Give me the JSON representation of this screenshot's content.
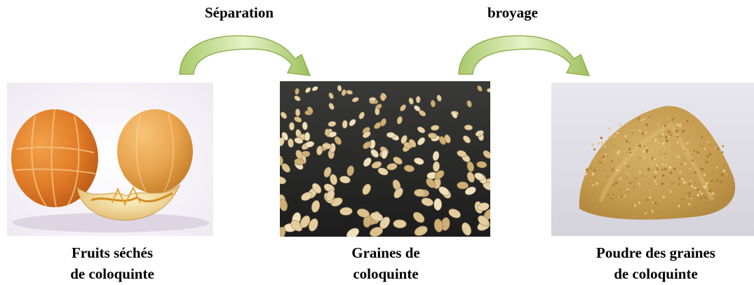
{
  "process_steps": [
    {
      "label": "Séparation"
    },
    {
      "label": "broyage"
    }
  ],
  "stages": [
    {
      "caption_line1": "Fruits séchés",
      "caption_line2": "de coloquinte",
      "image": "dried-colocynth-fruits"
    },
    {
      "caption_line1": "Graines de",
      "caption_line2": "coloquinte",
      "image": "colocynth-seeds"
    },
    {
      "caption_line1": "Poudre des graines",
      "caption_line2": "de coloquinte",
      "image": "colocynth-seed-powder"
    }
  ],
  "colors": {
    "arrow_light": "#e6f2c8",
    "arrow_dark": "#a9c96b",
    "arrow_edge": "#8fb255"
  }
}
